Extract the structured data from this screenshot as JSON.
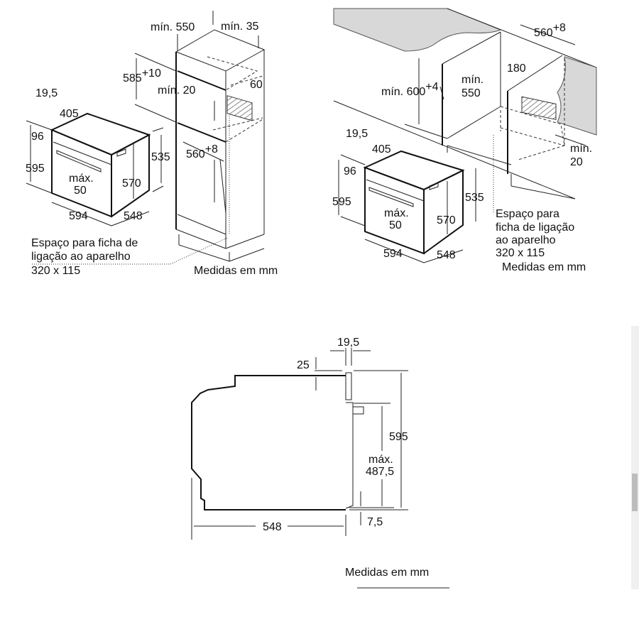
{
  "left_diagram": {
    "dims": {
      "min550": "mín. 550",
      "min35": "mín. 35",
      "d585": "585",
      "d585_sup": "+10",
      "min20": "mín. 20",
      "d60": "60",
      "d19_5": "19,5",
      "d405": "405",
      "d96": "96",
      "d595": "595",
      "d535": "535",
      "d570": "570",
      "d560": "560",
      "d560_sup": "+8",
      "max": "máx.",
      "max50": "50",
      "d594": "594",
      "d548": "548"
    },
    "note": [
      "Espaço para ficha de",
      "ligação ao aparelho",
      "320 x 115"
    ],
    "units": "Medidas em mm"
  },
  "right_diagram": {
    "dims": {
      "d560": "560",
      "d560_sup": "+8",
      "min600": "mín. 600",
      "min600_sup": "+4",
      "min": "mín.",
      "min550": "550",
      "d180": "180",
      "min20a": "mín.",
      "min20b": "20",
      "d19_5": "19,5",
      "d405": "405",
      "d96": "96",
      "d595": "595",
      "d535": "535",
      "d570": "570",
      "max": "máx.",
      "max50": "50",
      "d594": "594",
      "d548": "548"
    },
    "note": [
      "Espaço para",
      "ficha de ligação",
      "ao aparelho",
      "320 x 115"
    ],
    "units": "Medidas em mm"
  },
  "side_view": {
    "dims": {
      "d19_5": "19,5",
      "d25": "25",
      "d595": "595",
      "max": "máx.",
      "max487": "487,5",
      "d7_5": "7,5",
      "d548": "548"
    },
    "units": "Medidas em mm"
  },
  "colors": {
    "countertop": "#d8d8d8",
    "line": "#222222",
    "scroll_thumb": "#bdbdbd"
  }
}
